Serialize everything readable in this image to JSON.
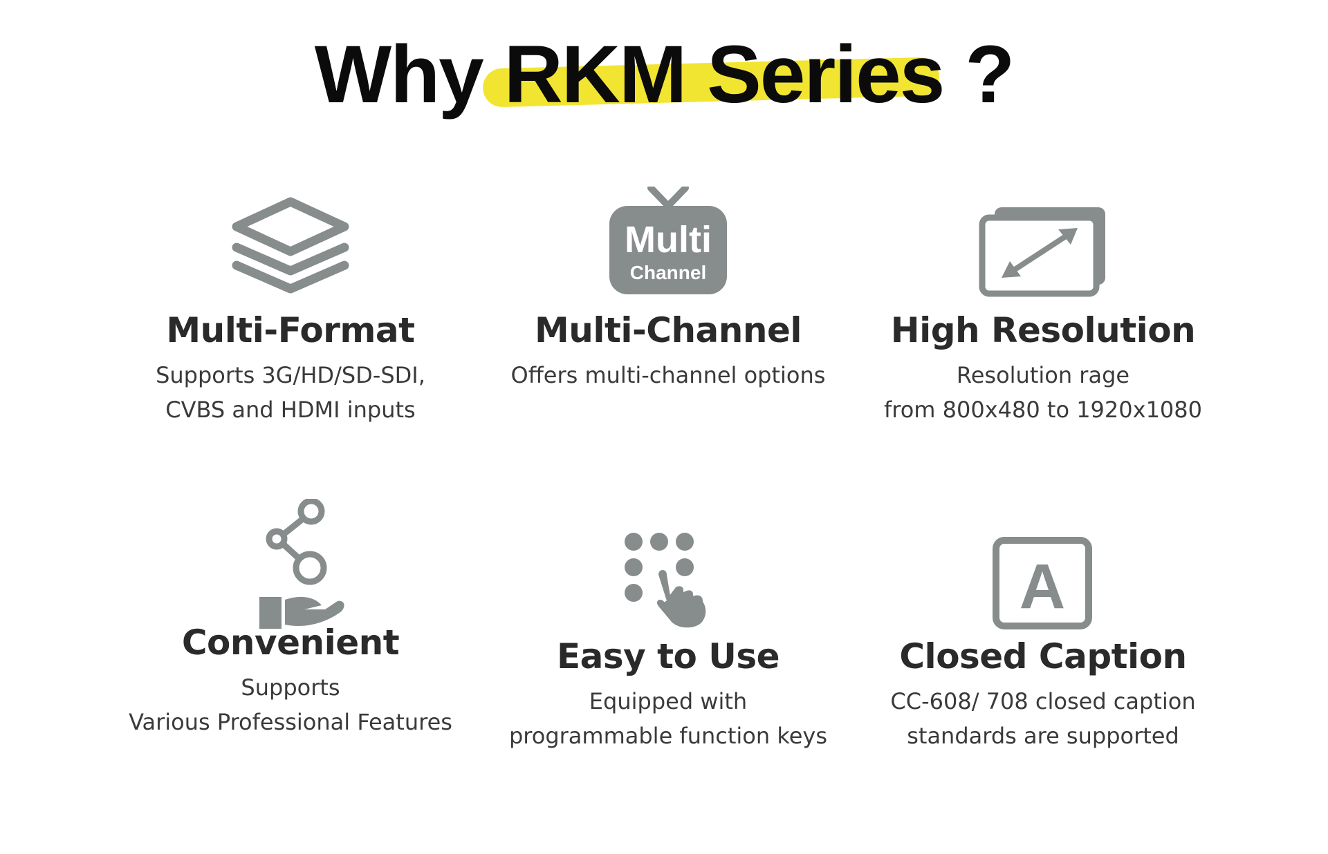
{
  "title": {
    "prefix": "Why",
    "highlight": "RKM Series",
    "suffix": "?"
  },
  "colors": {
    "icon": "#878c8c",
    "highlight": "#f2e532"
  },
  "features": [
    {
      "icon": "layers-icon",
      "heading": "Multi-Format",
      "lines": [
        "Supports 3G/HD/SD-SDI,",
        "CVBS and HDMI inputs"
      ]
    },
    {
      "icon": "tv-multi-channel-icon",
      "icon_text": [
        "Multi",
        "Channel"
      ],
      "heading": "Multi-Channel",
      "lines": [
        "Offers multi-channel options"
      ]
    },
    {
      "icon": "resize-screen-icon",
      "heading": "High Resolution",
      "lines": [
        "Resolution rage",
        "from 800x480 to 1920x1080"
      ]
    },
    {
      "icon": "hand-share-icon",
      "heading": "Convenient",
      "lines": [
        "Supports",
        "Various Professional Features"
      ]
    },
    {
      "icon": "keypad-touch-icon",
      "heading": "Easy to Use",
      "lines": [
        "Equipped with",
        "programmable function keys"
      ]
    },
    {
      "icon": "caption-a-icon",
      "icon_text": [
        "A"
      ],
      "heading": "Closed Caption",
      "lines": [
        "CC-608/ 708 closed caption",
        "standards are supported"
      ]
    }
  ]
}
